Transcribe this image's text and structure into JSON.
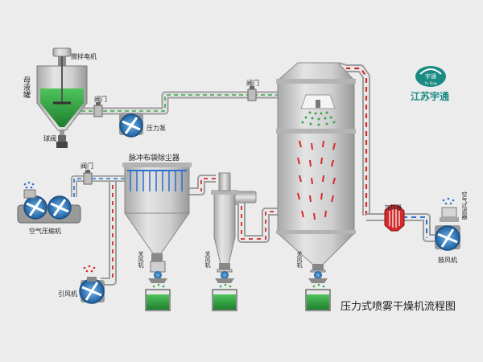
{
  "title": "压力式喷雾干燥机流程图",
  "logo": {
    "brand": "江苏宇通",
    "mark_text": "宇通",
    "mark_sub": "Yu Tong"
  },
  "labels": {
    "stirring_motor": "搅拌电机",
    "mother_liquor_tank": "母液罐",
    "ball_valve": "球阀",
    "valve_1": "阀门",
    "pressure_pump": "压力泵",
    "valve_2": "阀门",
    "valve_3": "阀门",
    "air_compressor": "空气压缩机",
    "pulse_bag_filter": "脉冲布袋除尘器",
    "induced_fan": "引风机",
    "airlock_1": "关风机",
    "airlock_2": "关风机",
    "airlock_3": "关风机",
    "heater": "加热器",
    "air_filter": "空气过滤器",
    "blower": "鼓风机"
  },
  "colors": {
    "background": "#ececec",
    "hot_air": "#d42a2a",
    "product_green": "#3aa64b",
    "compressed_air": "#2a6fcf",
    "vessel": "#c7c7c7",
    "fan": "#2d7bc4",
    "brand": "#1a8a84"
  }
}
